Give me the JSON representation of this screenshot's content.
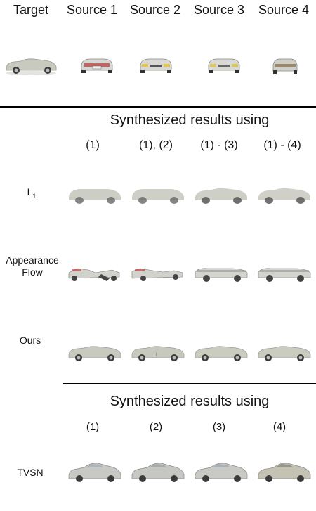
{
  "headers": [
    "Target",
    "Source 1",
    "Source 2",
    "Source 3",
    "Source 4"
  ],
  "section1": {
    "title": "Synthesized results using",
    "cols": [
      "(1)",
      "(1), (2)",
      "(1) - (3)",
      "(1) - (4)"
    ],
    "rows": [
      {
        "label": "L",
        "sub": "1"
      },
      {
        "label": "Appearance",
        "label2": "Flow"
      },
      {
        "label": "Ours"
      }
    ]
  },
  "section2": {
    "title": "Synthesized results using",
    "cols": [
      "(1)",
      "(2)",
      "(3)",
      "(4)"
    ],
    "rows": [
      {
        "label": "TVSN"
      }
    ]
  },
  "colors": {
    "car_body": "#c9cabf",
    "car_shadow": "#9a9b92",
    "wheel": "#3a3a3a",
    "rule": "#000000"
  }
}
